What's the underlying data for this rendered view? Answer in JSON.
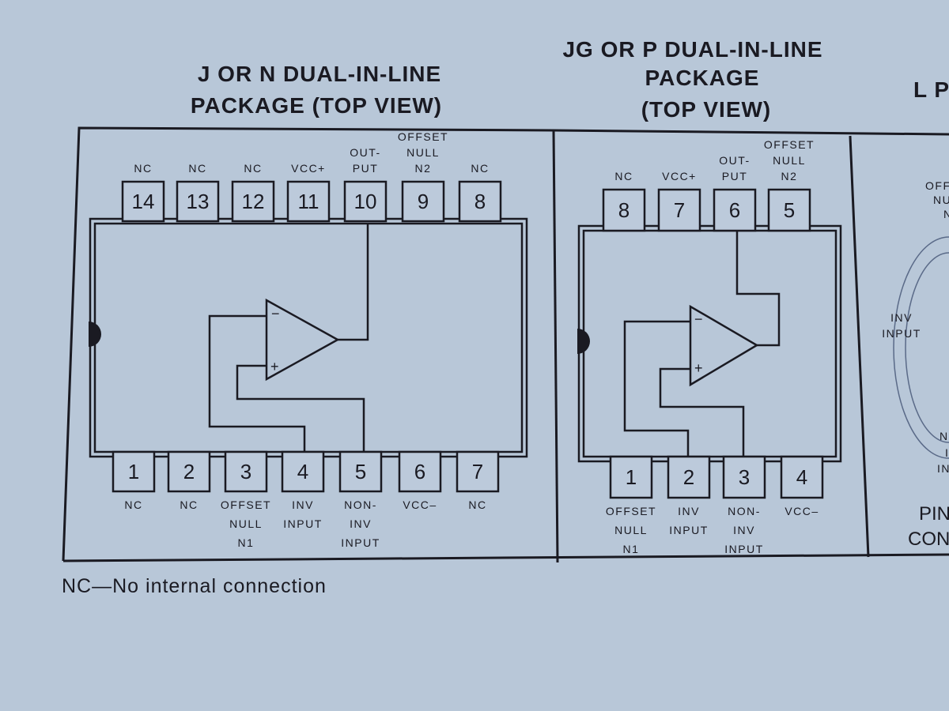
{
  "colors": {
    "paper": "#b8c7d8",
    "ink": "#1a1a22"
  },
  "left_package": {
    "title_line1": "J OR N DUAL-IN-LINE",
    "title_line2": "PACKAGE (TOP VIEW)",
    "top_pins": [
      {
        "num": "14",
        "label": [
          "NC"
        ]
      },
      {
        "num": "13",
        "label": [
          "NC"
        ]
      },
      {
        "num": "12",
        "label": [
          "NC"
        ]
      },
      {
        "num": "11",
        "label": [
          "VCC+"
        ]
      },
      {
        "num": "10",
        "label": [
          "OUT-",
          "PUT"
        ]
      },
      {
        "num": "9",
        "label": [
          "OFFSET",
          "NULL",
          "N2"
        ]
      },
      {
        "num": "8",
        "label": [
          "NC"
        ]
      }
    ],
    "bottom_pins": [
      {
        "num": "1",
        "label": [
          "NC"
        ]
      },
      {
        "num": "2",
        "label": [
          "NC"
        ]
      },
      {
        "num": "3",
        "label": [
          "OFFSET",
          "NULL",
          "N1"
        ]
      },
      {
        "num": "4",
        "label": [
          "INV",
          "INPUT"
        ]
      },
      {
        "num": "5",
        "label": [
          "NON-",
          "INV",
          "INPUT"
        ]
      },
      {
        "num": "6",
        "label": [
          "VCC–"
        ]
      },
      {
        "num": "7",
        "label": [
          "NC"
        ]
      }
    ]
  },
  "right_package": {
    "title_line1": "JG OR P DUAL-IN-LINE",
    "title_line2": "PACKAGE",
    "title_line3": "(TOP VIEW)",
    "top_pins": [
      {
        "num": "8",
        "label": [
          "NC"
        ]
      },
      {
        "num": "7",
        "label": [
          "VCC+"
        ]
      },
      {
        "num": "6",
        "label": [
          "OUT-",
          "PUT"
        ]
      },
      {
        "num": "5",
        "label": [
          "OFFSET",
          "NULL",
          "N2"
        ]
      }
    ],
    "bottom_pins": [
      {
        "num": "1",
        "label": [
          "OFFSET",
          "NULL",
          "N1"
        ]
      },
      {
        "num": "2",
        "label": [
          "INV",
          "INPUT"
        ]
      },
      {
        "num": "3",
        "label": [
          "NON-",
          "INV",
          "INPUT"
        ]
      },
      {
        "num": "4",
        "label": [
          "VCC–"
        ]
      }
    ]
  },
  "third_package": {
    "title_partial": "L P",
    "label_top": [
      "OFF",
      "NU",
      "N"
    ],
    "label_left": [
      "INV",
      "INPUT"
    ],
    "label_bottom": [
      "N",
      "I",
      "IN"
    ],
    "caption_partial": [
      "PIN",
      "CON"
    ]
  },
  "opamp": {
    "minus": "−",
    "plus": "+"
  },
  "footnote": "NC—No internal connection"
}
